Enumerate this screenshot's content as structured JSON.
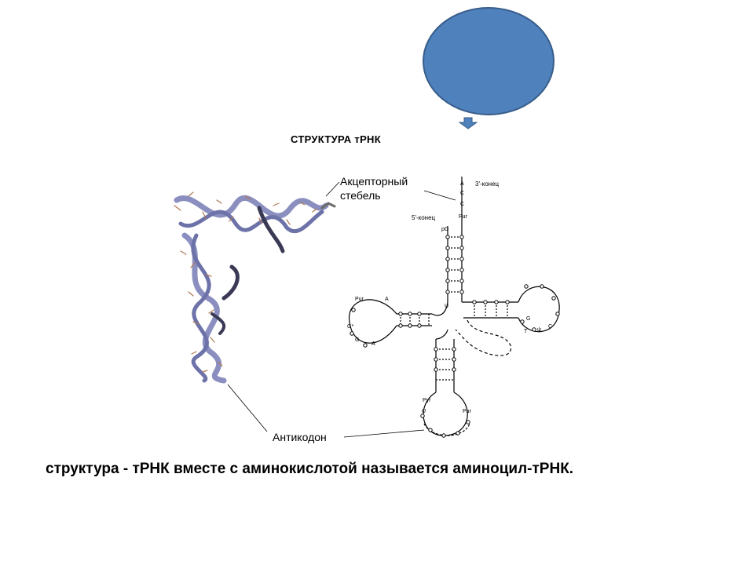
{
  "slide": {
    "heading": "СТРУКТУРА тРНК",
    "caption": "структура - тРНК вместе с аминокислотой называется аминоцил-тРНК."
  },
  "labels": {
    "acceptor_line1": "Акцепторный",
    "acceptor_line2": "стебель",
    "anticodon": "Антикодон",
    "end3": "3'-конец",
    "end5": "5'-конец"
  },
  "nucleotides": {
    "acceptor_A": "A",
    "acceptor_C1": "C",
    "acceptor_C2": "C",
    "acceptor_pur": "Pur",
    "pG": "pG",
    "u_stem": "U",
    "d_pur": "Pur",
    "d_A1": "A",
    "d_G": "G*",
    "d_G2": "G",
    "d_A2": "A",
    "t_psi": "ψ",
    "t_C": "C",
    "t_G": "G",
    "t_T": "T",
    "ac_pyr": "Pyr",
    "ac_U": "U",
    "ac_pur": "Pur"
  },
  "colors": {
    "shape_fill": "#4f81bd",
    "shape_stroke": "#385d8a",
    "ribbon": "#8a8fc0"
  }
}
